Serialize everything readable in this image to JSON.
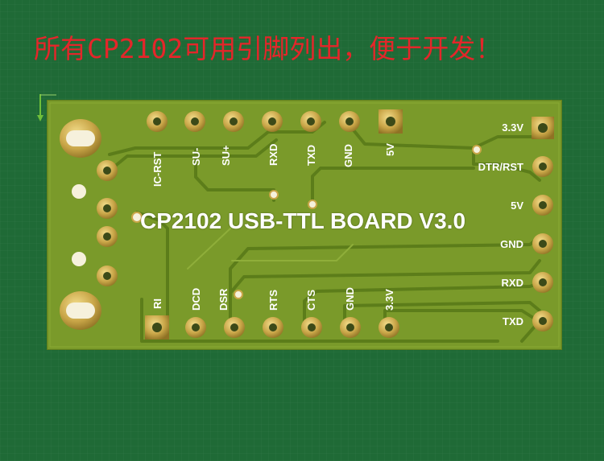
{
  "headline": "所有CP2102可用引脚列出，便于开发！",
  "board": {
    "title": "CP2102 USB-TTL BOARD V3.0",
    "top_pins": [
      "IC-RST",
      "SU-",
      "SU+",
      "RXD",
      "TXD",
      "GND",
      "5V"
    ],
    "bottom_pins": [
      "RI",
      "DCD",
      "DSR",
      "RTS",
      "CTS",
      "GND",
      "3.3V"
    ],
    "right_pins": [
      "3.3V",
      "DTR/RST",
      "5V",
      "GND",
      "RXD",
      "TXD"
    ]
  },
  "colors": {
    "background": "#1f6a36",
    "board": "#7a9a2a",
    "copper": "#5c7d1a",
    "pad": "#c9a648",
    "headline": "#e4262a",
    "silkscreen": "#ffffff"
  }
}
